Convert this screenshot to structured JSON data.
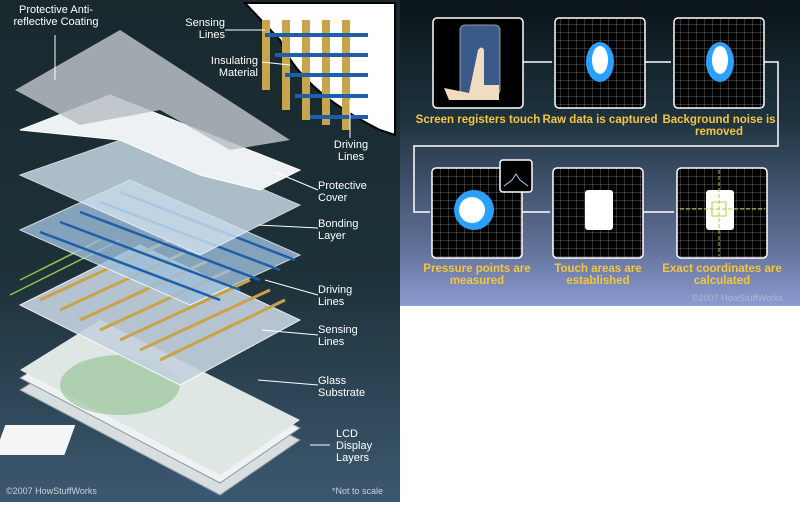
{
  "layers_diagram": {
    "labels": {
      "coating": "Protective Anti-reflective Coating",
      "inset_sensing": "Sensing Lines",
      "inset_insulating": "Insulating Material",
      "inset_driving": "Driving Lines",
      "protective_cover": "Protective Cover",
      "bonding_layer": "Bonding Layer",
      "driving_lines": "Driving Lines",
      "sensing_lines": "Sensing Lines",
      "glass_substrate": "Glass Substrate",
      "lcd": "LCD Display Layers"
    },
    "copyright": "©2007 HowStuffWorks",
    "note": "*Not to scale"
  },
  "process_diagram": {
    "steps": [
      {
        "caption": "Screen registers touch"
      },
      {
        "caption": "Raw data is captured"
      },
      {
        "caption": "Background noise is removed"
      },
      {
        "caption": "Pressure points are measured"
      },
      {
        "caption": "Touch areas are established"
      },
      {
        "caption": "Exact coordinates are calculated"
      }
    ],
    "copyright": "©2007 HowStuffWorks"
  }
}
